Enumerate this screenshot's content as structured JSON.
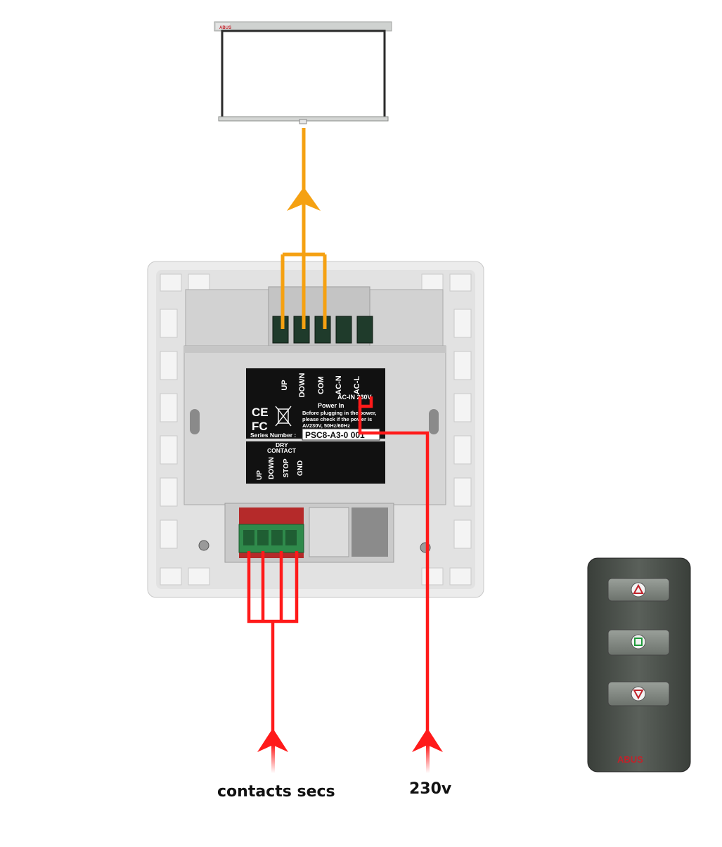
{
  "diagram": {
    "captions": {
      "contacts": "contacts secs",
      "power": "230v"
    },
    "label_panel": {
      "top_terminals": [
        "UP",
        "DOWN",
        "COM",
        "AC-N",
        "AC-L"
      ],
      "ac_in": "AC-IN 230V",
      "power_in_title": "Power In",
      "power_note": [
        "Before plugging in the power,",
        "please check if the power is",
        "AV230V, 50Hz/60Hz"
      ],
      "series_label": "Series Number :",
      "series_value": "PSC8-A3-0 001",
      "dry_contact": [
        "DRY",
        "CONTACT"
      ],
      "bottom_terminals": [
        "UP",
        "DOWN",
        "STOP",
        "GND"
      ],
      "cert_marks": [
        "CE",
        "FC"
      ]
    },
    "screen_brand": "ABUS",
    "remote": {
      "brand": "ABUS",
      "buttons": [
        "up-triangle-icon",
        "stop-square-icon",
        "down-triangle-icon"
      ],
      "colors": {
        "up": "#c0222a",
        "stop": "#1f9a3a",
        "down": "#c0222a"
      }
    },
    "wire_colors": {
      "motor": "#f5a112",
      "control": "#ff1a1a"
    }
  }
}
